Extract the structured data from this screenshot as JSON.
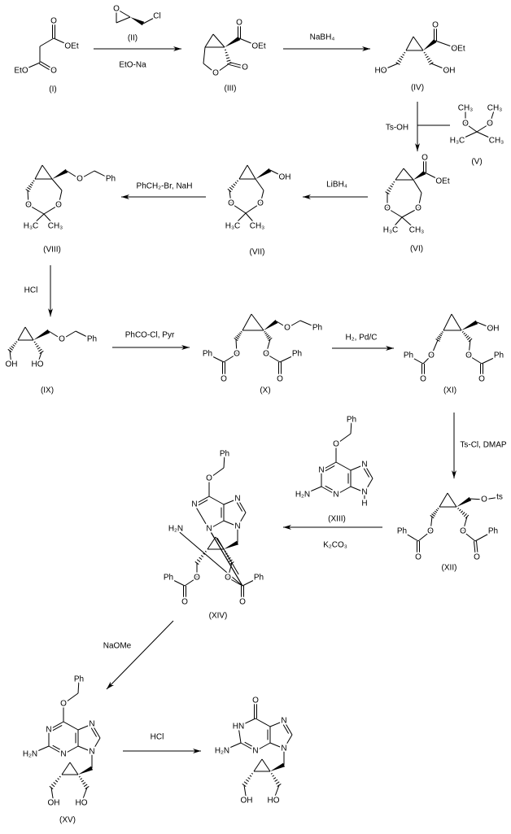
{
  "reagents": {
    "step1": "EtO-Na",
    "step2": "NaBH₄",
    "step3": "Ts-OH",
    "step4": "LiBH₄",
    "step5": "PhCH₂-Br, NaH",
    "step6": "HCl",
    "step7": "PhCO-Cl, Pyr",
    "step8": "H₂, Pd/C",
    "step9": "Ts-Cl, DMAP",
    "step10": "K₂CO₃",
    "step11": "NaOMe",
    "step12": "HCl"
  },
  "compounds": {
    "I": {
      "label": "(I)",
      "atoms": [
        "O",
        "OEt",
        "EtO",
        "O"
      ]
    },
    "II": {
      "label": "(II)",
      "atoms": [
        "O",
        "Cl"
      ]
    },
    "III": {
      "label": "(III)",
      "atoms": [
        "O",
        "OEt",
        "O",
        "O"
      ]
    },
    "IV": {
      "label": "(IV)",
      "atoms": [
        "O",
        "OEt",
        "HO",
        "OH"
      ]
    },
    "V": {
      "label": "(V)",
      "atoms": [
        "CH₃",
        "O",
        "CH₃",
        "O",
        "H₃C",
        "CH₃"
      ]
    },
    "VI": {
      "label": "(VI)",
      "atoms": [
        "O",
        "OEt",
        "O",
        "O",
        "H₃C",
        "CH₃"
      ]
    },
    "VII": {
      "label": "(VII)",
      "atoms": [
        "OH",
        "O",
        "O",
        "H₃C",
        "CH₃"
      ]
    },
    "VIII": {
      "label": "(VIII)",
      "atoms": [
        "O",
        "Ph",
        "O",
        "O",
        "H₃C",
        "CH₃"
      ]
    },
    "IX": {
      "label": "(IX)",
      "atoms": [
        "O",
        "Ph",
        "OH",
        "HO"
      ]
    },
    "X": {
      "label": "(X)",
      "atoms": [
        "O",
        "Ph",
        "O",
        "O",
        "Ph",
        "O",
        "O",
        "Ph"
      ]
    },
    "XI": {
      "label": "(XI)",
      "atoms": [
        "OH",
        "O",
        "O",
        "Ph",
        "O",
        "O",
        "Ph"
      ]
    },
    "XII": {
      "label": "(XII)",
      "atoms": [
        "O",
        "ts",
        "O",
        "O",
        "Ph",
        "O",
        "O",
        "Ph"
      ]
    },
    "XIII": {
      "label": "(XIII)",
      "atoms": [
        "Ph",
        "O",
        "N",
        "N",
        "H₂N",
        "N",
        "N",
        "H"
      ]
    },
    "XIV": {
      "label": "(XIV)",
      "atoms": [
        "Ph",
        "O",
        "N",
        "N",
        "H₂N",
        "N",
        "N",
        "O",
        "O",
        "Ph",
        "O",
        "O",
        "Ph"
      ]
    },
    "XV": {
      "label": "(XV)",
      "atoms": [
        "Ph",
        "O",
        "N",
        "N",
        "H₂N",
        "N",
        "N",
        "OH",
        "HO"
      ]
    },
    "final": {
      "atoms": [
        "O",
        "HN",
        "N",
        "H₂N",
        "N",
        "N",
        "OH",
        "HO"
      ]
    }
  }
}
